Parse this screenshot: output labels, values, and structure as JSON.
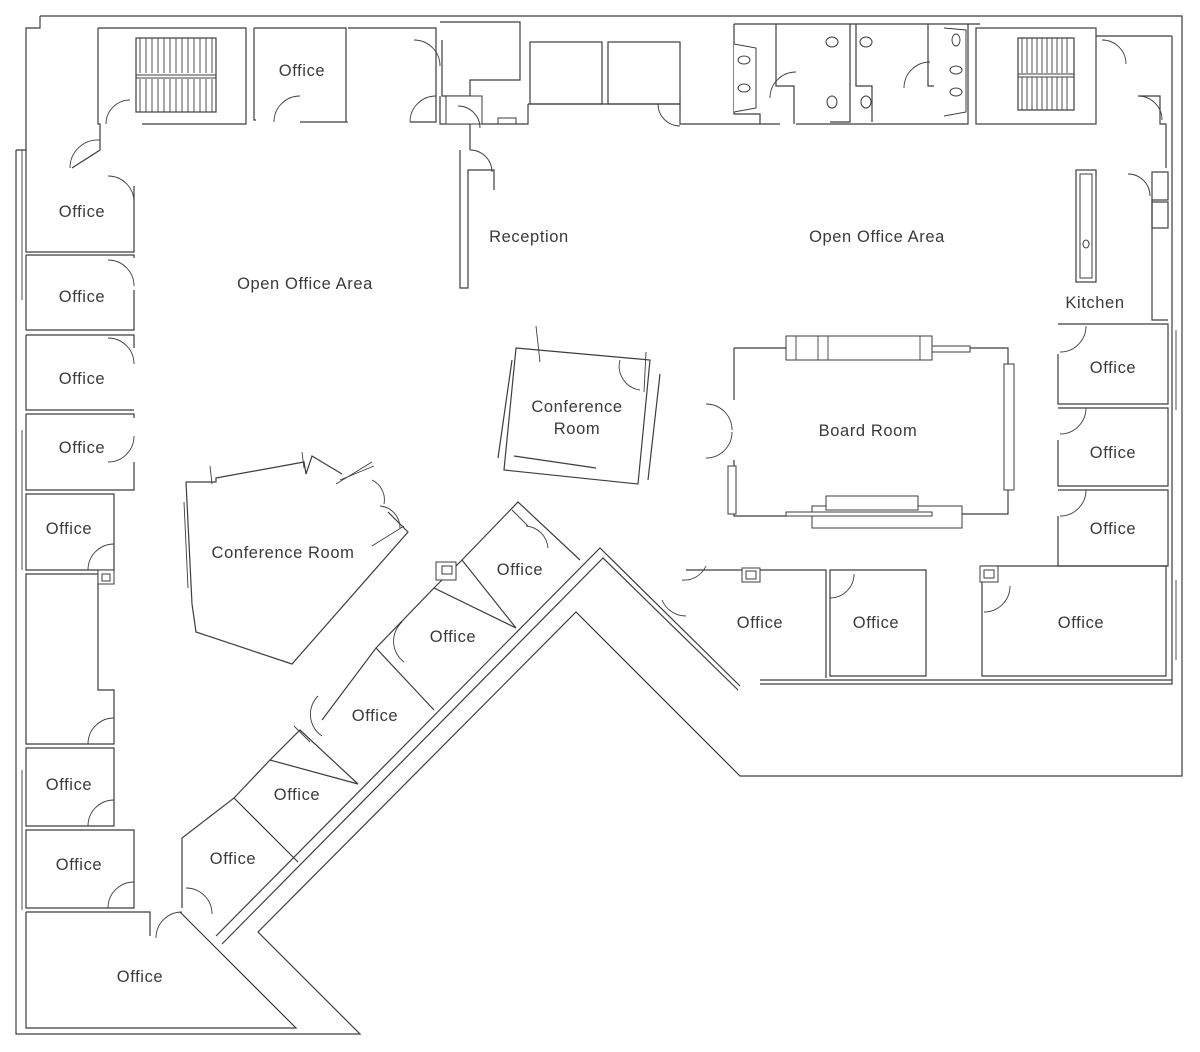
{
  "plan": {
    "labels": {
      "office": "Office",
      "open_office_area": "Open Office Area",
      "reception": "Reception",
      "kitchen": "Kitchen",
      "conference_room": "Conference Room",
      "conference": "Conference",
      "room": "Room",
      "board_room": "Board Room"
    },
    "line_color": "#3d3d3d",
    "background": "#ffffff"
  }
}
